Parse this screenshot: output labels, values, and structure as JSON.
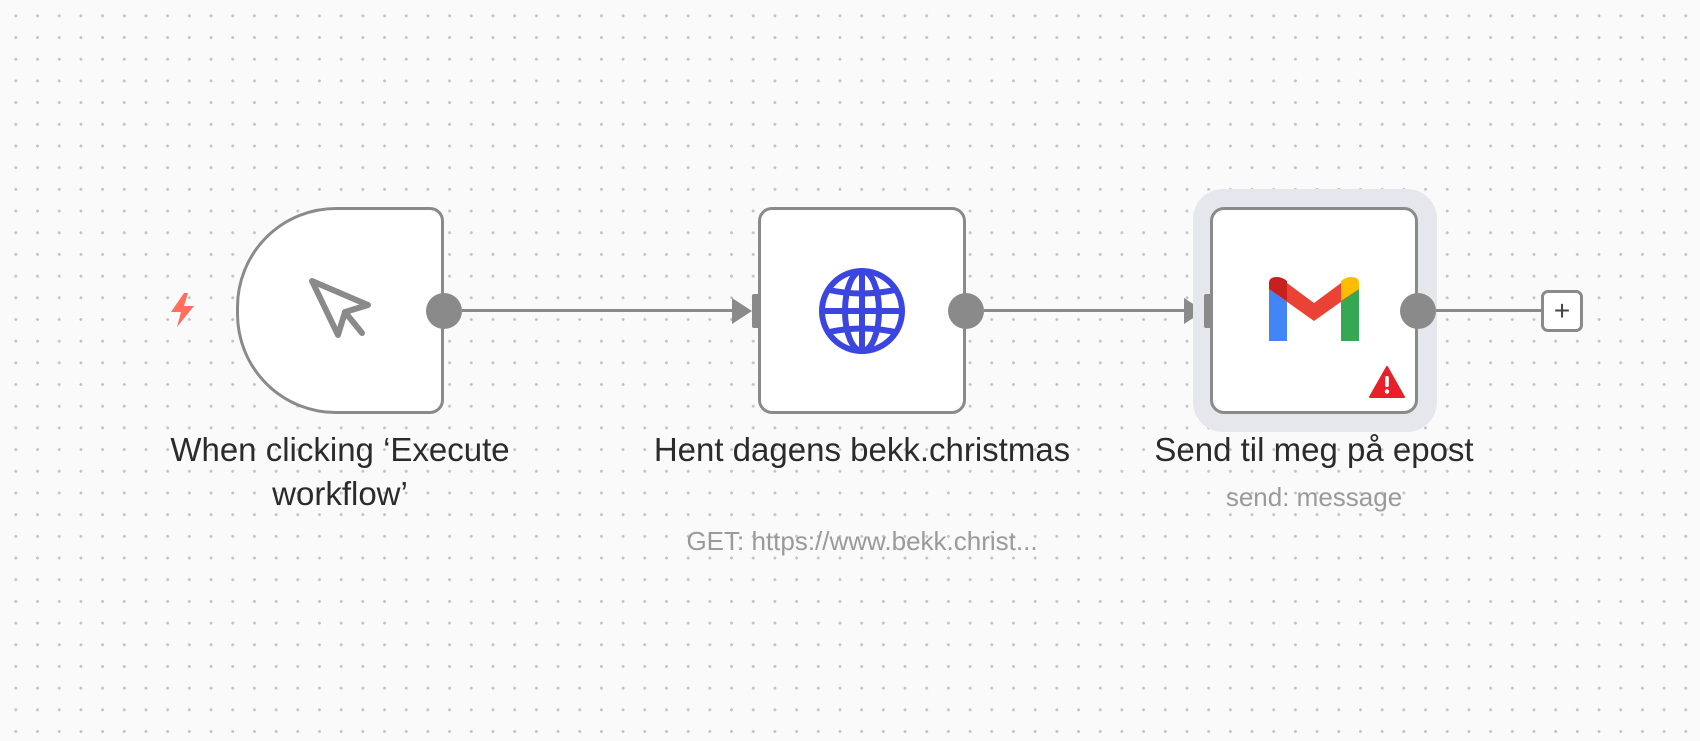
{
  "workflow": {
    "nodes": [
      {
        "id": "manual-trigger",
        "title": "When clicking ‘Execute workflow’",
        "subtitle": "",
        "icon": "cursor-arrow-icon"
      },
      {
        "id": "http-request",
        "title": "Hent dagens bekk.christmas",
        "subtitle": "GET: https://www.bekk.christ...",
        "icon": "globe-icon"
      },
      {
        "id": "gmail",
        "title": "Send til meg på epost",
        "subtitle": "send: message",
        "icon": "gmail-icon",
        "warning_icon": "warning-triangle-icon",
        "selected": true
      }
    ],
    "add_node_symbol": "+",
    "trigger_icon": "lightning-bolt-icon"
  },
  "colors": {
    "node_border": "#8a8a8a",
    "edge": "#8a8a8a",
    "trigger_bolt": "#ff6f5c",
    "globe": "#3b46e0",
    "warning": "#e8202a",
    "selection_halo": "#e6e6ed",
    "label_text": "#2b2b2b",
    "subtitle_text": "#9a9a9a"
  }
}
